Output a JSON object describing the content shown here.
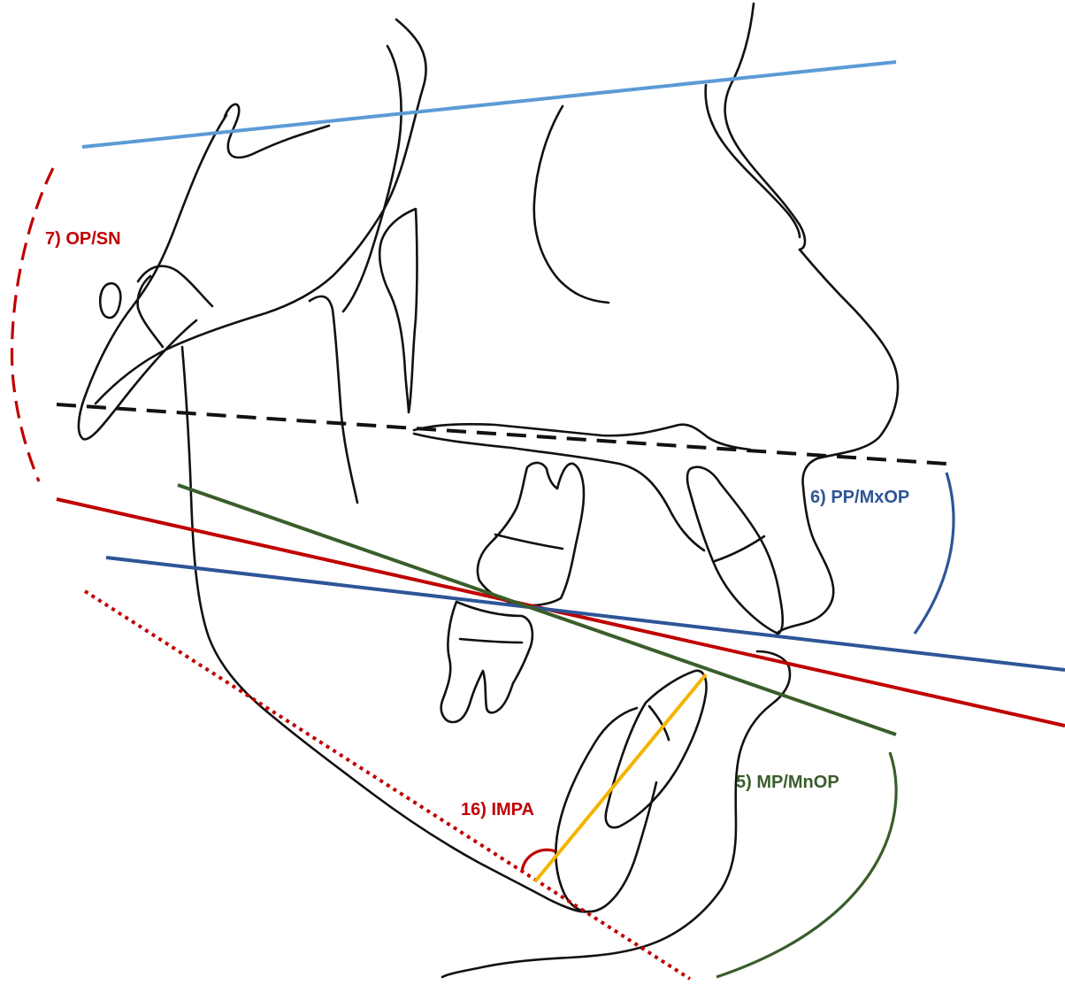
{
  "colors": {
    "sn_line": "#5b9bd5",
    "palatal_plane": "#111111",
    "occlusal_plane": "#c00000",
    "maxillary_occlusal_plane": "#2e5597",
    "mandibular_occlusal_plane": "#3a5e2a",
    "mandibular_plane": "#c00000",
    "incisor_axis": "#f4b400",
    "tracing": "#111111"
  },
  "labels": {
    "op_sn": "7) OP/SN",
    "pp_mxop": "6) PP/MxOP",
    "mp_mnop": "5) MP/MnOP",
    "impa": "16) IMPA"
  }
}
